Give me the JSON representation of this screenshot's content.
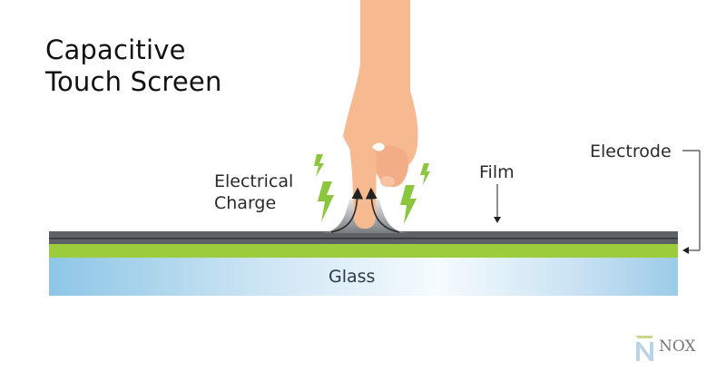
{
  "title": {
    "line1": "Capacitive",
    "line2": "Touch Screen"
  },
  "labels": {
    "electrical_charge_1": "Electrical",
    "electrical_charge_2": "Charge",
    "film": "Film",
    "electrode": "Electrode",
    "glass": "Glass"
  },
  "logo": {
    "text": "NOX"
  },
  "colors": {
    "film": "#5d6166",
    "electrode": "#9ccb3b",
    "glass_start": "#8ec6e6",
    "glass_mid": "#f4f9fd",
    "skin": "#f7b98f",
    "bolt": "#8cc63f"
  }
}
